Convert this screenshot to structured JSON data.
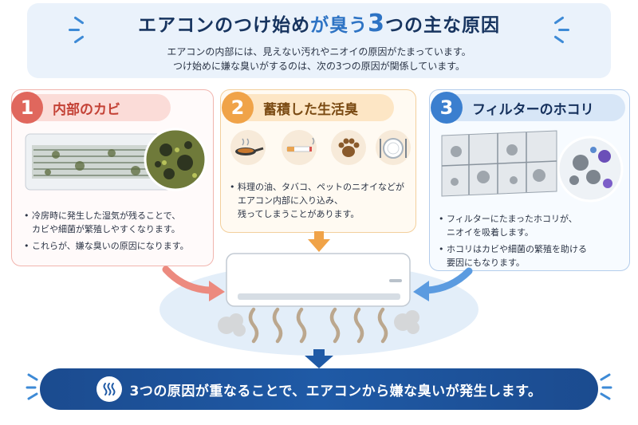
{
  "header": {
    "title_part1": "エアコンのつけ始め",
    "title_part2": "が臭う",
    "title_num": "3",
    "title_part3": "つの主な原因",
    "subtitle_line1": "エアコンの内部には、見えない汚れやニオイの原因がたまっています。",
    "subtitle_line2": "つけ始めに嫌な臭いがするのは、次の3つの原因が関係しています。"
  },
  "causes": [
    {
      "number": "1",
      "title": "内部のカビ",
      "color": "#e0675d",
      "bullets": [
        "冷房時に発生した湿気が残ることで、",
        "カビや細菌が繁殖しやすくなります。",
        "これらが、嫌な臭いの原因になります。"
      ]
    },
    {
      "number": "2",
      "title": "蓄積した生活臭",
      "color": "#f0a348",
      "bullets": [
        "料理の油、タバコ、ペットのニオイなどが",
        "エアコン内部に入り込み、",
        "残ってしまうことがあります。"
      ],
      "icons": [
        "frying-pan-icon",
        "cigarette-icon",
        "paw-icon",
        "plate-icon"
      ]
    },
    {
      "number": "3",
      "title": "フィルターのホコリ",
      "color": "#3b7fcf",
      "bullets": [
        "フィルターにたまったホコリが、",
        "ニオイを吸着します。",
        "ホコリはカビや細菌の繁殖を助ける",
        "要因にもなります。"
      ]
    }
  ],
  "conclusion": {
    "text": "3つの原因が重なることで、エアコンから嫌な臭いが発生します。",
    "color": "#1f5aa6"
  }
}
